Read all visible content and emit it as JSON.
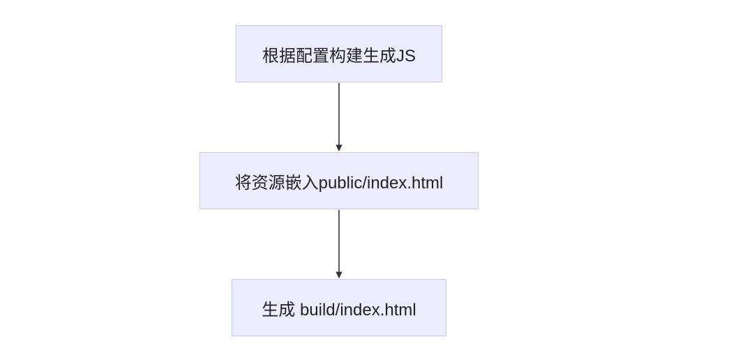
{
  "diagram": {
    "type": "flowchart",
    "direction": "top-down",
    "colors": {
      "node_fill": "#ECECFF",
      "node_border": "#C9C9F0",
      "edge": "#333333",
      "text": "#222222"
    },
    "nodes": [
      {
        "id": "n1",
        "label": "根据配置构建生成JS"
      },
      {
        "id": "n2",
        "label": "将资源嵌入public/index.html"
      },
      {
        "id": "n3",
        "label": "生成 build/index.html"
      }
    ],
    "edges": [
      {
        "from": "n1",
        "to": "n2"
      },
      {
        "from": "n2",
        "to": "n3"
      }
    ]
  }
}
